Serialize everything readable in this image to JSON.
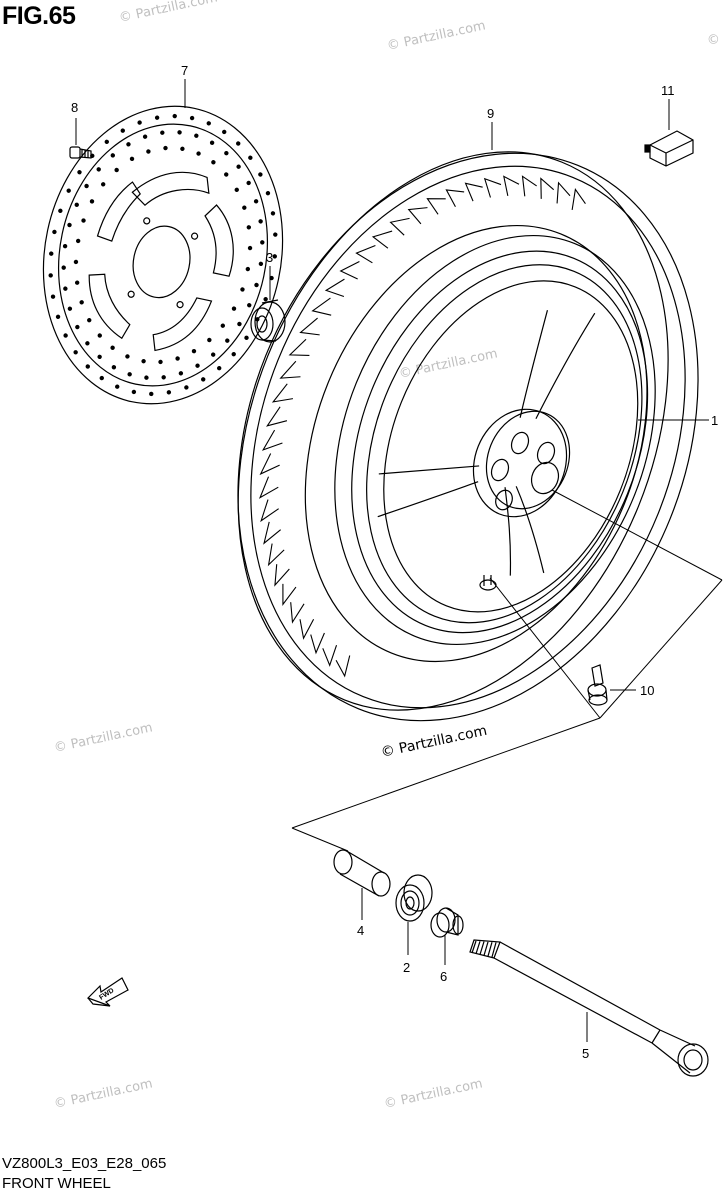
{
  "figure": {
    "label": "FIG.65",
    "model_code": "VZ800L3_E03_E28_065",
    "title": "FRONT WHEEL"
  },
  "callouts": [
    {
      "id": "c1",
      "number": "1",
      "part": "wheel"
    },
    {
      "id": "c2",
      "number": "2",
      "part": "bearing"
    },
    {
      "id": "c3",
      "number": "3",
      "part": "bearing"
    },
    {
      "id": "c4",
      "number": "4",
      "part": "spacer"
    },
    {
      "id": "c5",
      "number": "5",
      "part": "axle"
    },
    {
      "id": "c6",
      "number": "6",
      "part": "spacer-collar"
    },
    {
      "id": "c7",
      "number": "7",
      "part": "brake-disc"
    },
    {
      "id": "c8",
      "number": "8",
      "part": "disc-bolt"
    },
    {
      "id": "c9",
      "number": "9",
      "part": "tire"
    },
    {
      "id": "c10",
      "number": "10",
      "part": "valve"
    },
    {
      "id": "c11",
      "number": "11",
      "part": "balancer-weight"
    }
  ],
  "direction_arrow": {
    "label": "FWD"
  },
  "watermark": {
    "text": "© Partzilla.com"
  }
}
